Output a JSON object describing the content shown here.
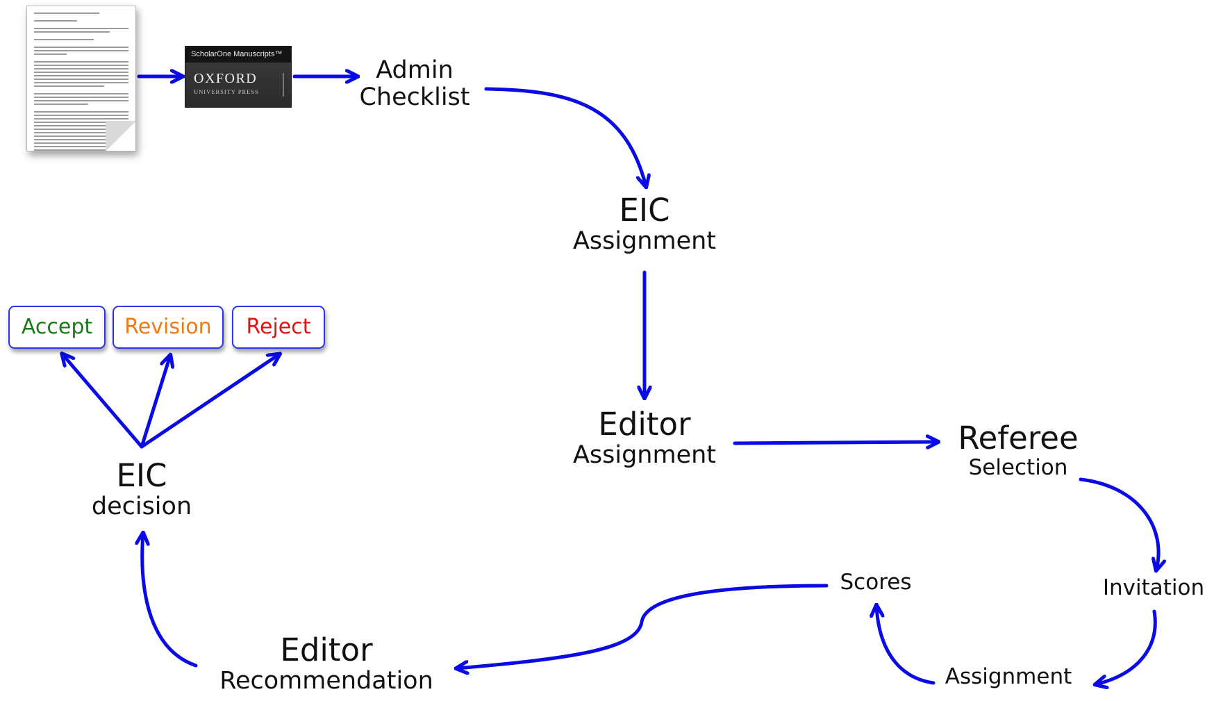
{
  "badge": {
    "header": "ScholarOne Manuscripts™",
    "publisher_line1": "OXFORD",
    "publisher_line2": "UNIVERSITY PRESS"
  },
  "nodes": {
    "admin": {
      "line1": "Admin",
      "line2": "Checklist"
    },
    "eic_assignment": {
      "line1": "EIC",
      "line2": "Assignment"
    },
    "editor_assignment": {
      "line1": "Editor",
      "line2": "Assignment"
    },
    "referee_selection": {
      "line1": "Referee",
      "line2": "Selection"
    },
    "invitation": {
      "label": "Invitation"
    },
    "assignment": {
      "label": "Assignment"
    },
    "scores": {
      "label": "Scores"
    },
    "editor_recommendation": {
      "line1": "Editor",
      "line2": "Recommendation"
    },
    "eic_decision": {
      "line1": "EIC",
      "line2": "decision"
    }
  },
  "decisions": [
    {
      "label": "Accept",
      "color": "#1a7a1a"
    },
    {
      "label": "Revision",
      "color": "#f07a10"
    },
    {
      "label": "Reject",
      "color": "#e61010"
    }
  ],
  "colors": {
    "arrow": "#0a0ae6",
    "box_border": "#2a35e6"
  }
}
